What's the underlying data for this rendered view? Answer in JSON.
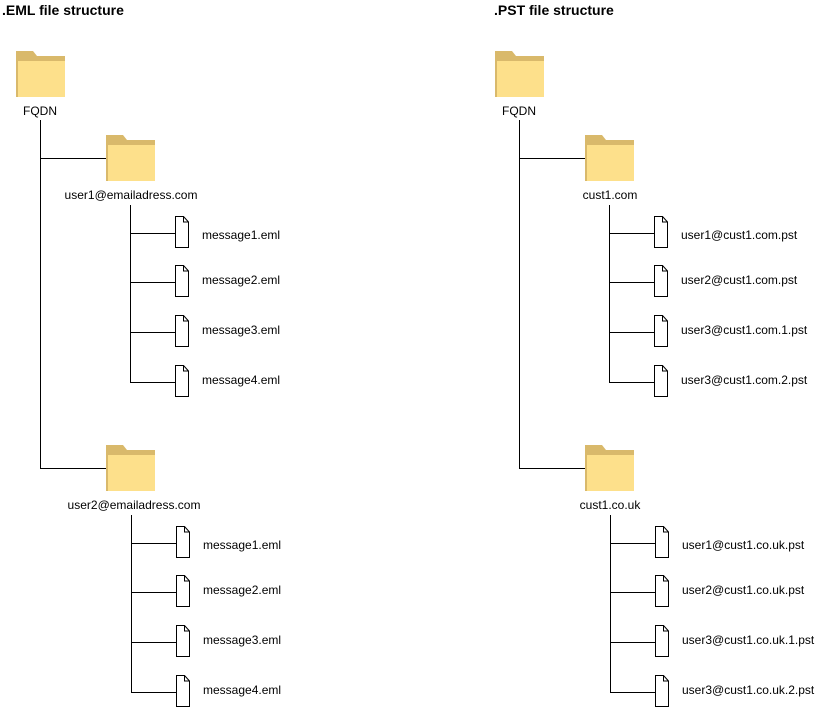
{
  "left": {
    "title": ".EML file structure",
    "root": "FQDN",
    "folders": [
      {
        "name": "user1@emailadress.com",
        "files": [
          "message1.eml",
          "message2.eml",
          "message3.eml",
          "message4.eml"
        ]
      },
      {
        "name": "user2@emailadress.com",
        "files": [
          "message1.eml",
          "message2.eml",
          "message3.eml",
          "message4.eml"
        ]
      }
    ]
  },
  "right": {
    "title": ".PST file structure",
    "root": "FQDN",
    "folders": [
      {
        "name": "cust1.com",
        "files": [
          "user1@cust1.com.pst",
          "user2@cust1.com.pst",
          "user3@cust1.com.1.pst",
          "user3@cust1.com.2.pst"
        ]
      },
      {
        "name": "cust1.co.uk",
        "files": [
          "user1@cust1.co.uk.pst",
          "user2@cust1.co.uk.pst",
          "user3@cust1.co.uk.1.pst",
          "user3@cust1.co.uk.2.pst"
        ]
      }
    ]
  },
  "icons": {
    "folder": "folder-icon",
    "file": "document-icon"
  },
  "colors": {
    "folder_fill": "#fde08b",
    "folder_back": "#d9b96b",
    "line": "#000000"
  }
}
